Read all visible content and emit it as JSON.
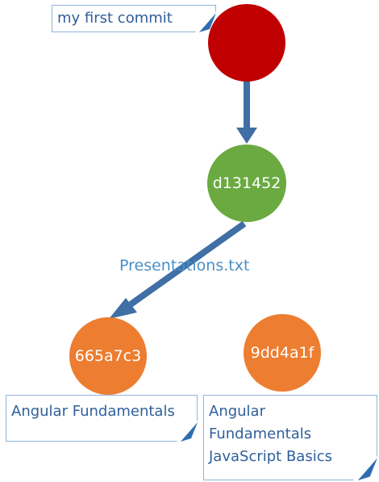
{
  "notes": {
    "first_commit": "my first commit",
    "angular_left": "Angular Fundamentals",
    "angular_right": [
      "Angular",
      "Fundamentals",
      "JavaScript Basics"
    ]
  },
  "nodes": {
    "root": {
      "label": "",
      "color": "#c00000"
    },
    "commit_d131452": {
      "label": "d131452",
      "color": "#6aaa40"
    },
    "commit_665a7c3": {
      "label": "665a7c3",
      "color": "#ed7d31"
    },
    "commit_9dd4a1f": {
      "label": "9dd4a1f",
      "color": "#ed7d31"
    }
  },
  "edge_label": "Presentations.txt",
  "colors": {
    "arrow": "#3f6fa4",
    "note_border": "#8fb4dc",
    "note_text": "#2f5f9a",
    "edge_label": "#4a8fc6"
  }
}
